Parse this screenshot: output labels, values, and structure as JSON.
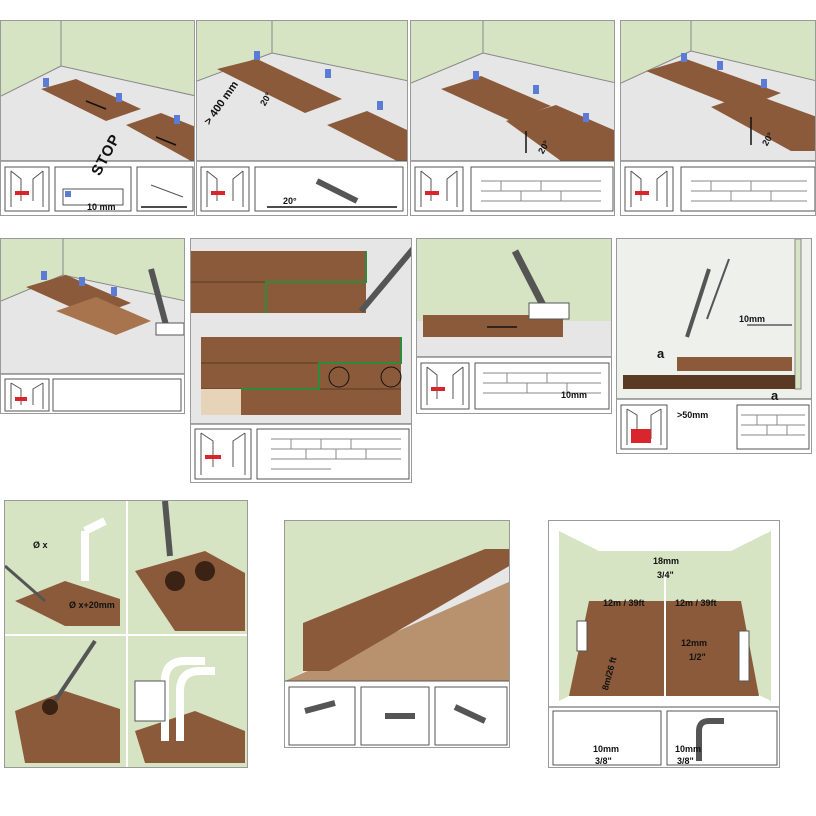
{
  "labels": {
    "p1_stop": "STOP",
    "p1_10mm": "10 mm",
    "p2_400mm": "> 400 mm",
    "p2_20deg_a": "20°",
    "p2_20deg_b": "20°",
    "p3_20deg": "20°",
    "p4_20deg": "20°",
    "p7_10mm": "10mm",
    "p8_10mm": "10mm",
    "p8_a1": "a",
    "p8_a2": "a",
    "p8_50mm": ">50mm",
    "p9_diam": "Ø x",
    "p9_x20": "Ø x+20mm",
    "p12_18mm": "18mm",
    "p12_34": "3/4\"",
    "p12_12m_l": "12m / 39ft",
    "p12_12m_r": "12m / 39ft",
    "p12_12mm": "12mm",
    "p12_12": "1/2\"",
    "p12_8m": "8m/26 ft",
    "p12_10mm_a": "10mm",
    "p12_38_a": "3/8\"",
    "p12_10mm_b": "10mm",
    "p12_38_b": "3/8\""
  },
  "colors": {
    "wall": "#d6e4c4",
    "floor": "#e6e6e6",
    "plank": "#8a5a3a",
    "plank_light": "#a8744e",
    "spacer": "#5b7bd6",
    "red": "#d9262c",
    "line": "#222222",
    "green": "#2e8b3a"
  }
}
